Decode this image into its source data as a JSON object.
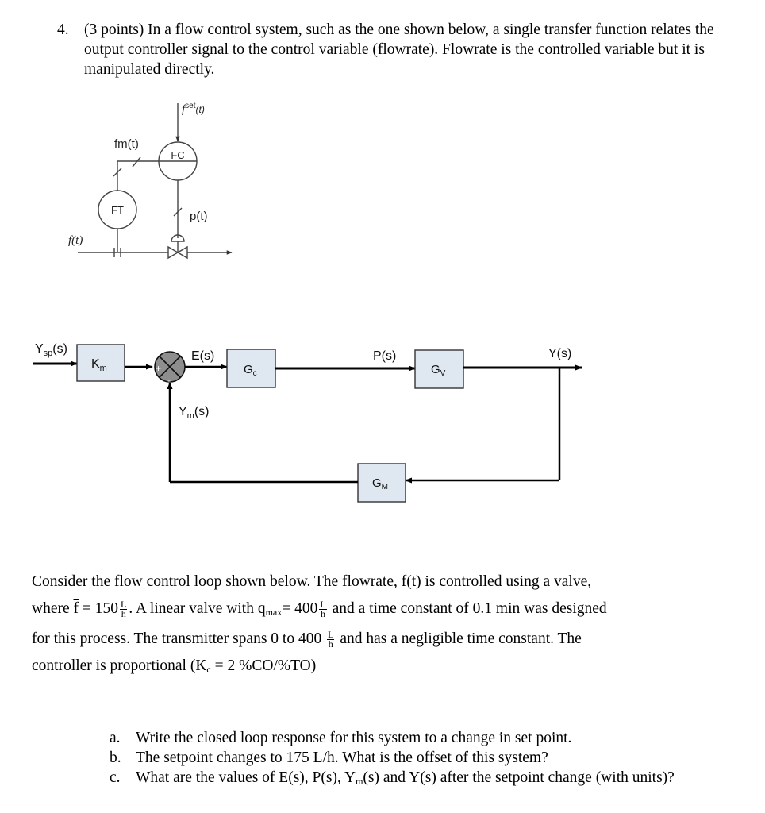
{
  "problem": {
    "number": "4.",
    "text": "(3 points) In a flow control system, such as the one shown below, a single transfer function relates the output controller signal to the control variable (flowrate). Flowrate is the controlled variable but it is manipulated directly."
  },
  "pid_diagram": {
    "fset_label": "f",
    "fset_sup": "set",
    "fset_arg": "(t)",
    "fm_label": "fm(t)",
    "fc_label": "FC",
    "ft_label": "FT",
    "pt_label": "p(t)",
    "f_label": "f(t)"
  },
  "block_diagram": {
    "ysp": "Y",
    "ysp_sub": "sp",
    "ysp_arg": "(s)",
    "km": "K",
    "km_sub": "m",
    "plus": "+",
    "minus": "-",
    "es": "E(s)",
    "gc": "G",
    "gc_sub": "c",
    "ps": "P(s)",
    "gv": "G",
    "gv_sub": "V",
    "ys": "Y(s)",
    "ym": "Y",
    "ym_sub": "m",
    "ym_arg": "(s)",
    "gm": "G",
    "gm_sub": "M"
  },
  "consider": {
    "p1": "Consider the flow control loop shown below.  The flowrate, f(t) is controlled using a valve,",
    "where": "where ",
    "fbar": "f",
    "eq150": " = 150",
    "frac_n": "L",
    "frac_d": "h",
    "p2": ".  A linear valve with q",
    "qmax_sub": "max",
    "eq400": "= 400",
    "p3": " and a time constant of 0.1 min was designed",
    "p4": "for this process.  The transmitter spans 0 to 400 ",
    "p5": " and has a negligible time constant.  The",
    "p6": "controller is proportional (K",
    "kc_sub": "c",
    "p7": " = 2 %CO/%TO)"
  },
  "questions": [
    {
      "label": "a.",
      "text": "Write the closed loop response for this system to a change in set point."
    },
    {
      "label": "b.",
      "text": "The setpoint changes to 175 L/h.  What is the offset of this system?"
    },
    {
      "label": "c.",
      "text_pre": "What are the values of E(s), P(s), Y",
      "sub": "m",
      "text_post": "(s) and Y(s) after the setpoint change (with units)?"
    }
  ]
}
